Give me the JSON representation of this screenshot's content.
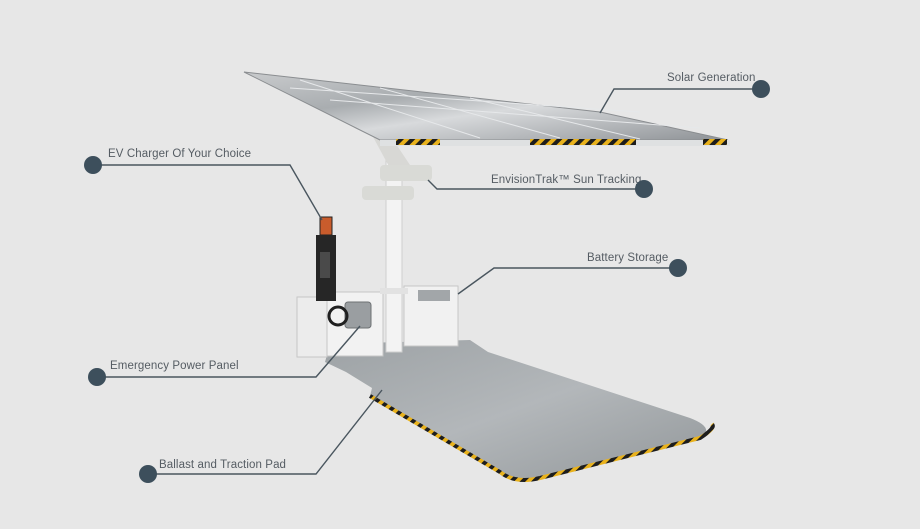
{
  "diagram": {
    "subject": "Solar EV charging station",
    "colors": {
      "background": "#e7e7e7",
      "callout_dot": "#3d4f5c",
      "callout_line": "#4a565f",
      "label_text": "#555c63",
      "hazard_yellow": "#e9b21c",
      "hazard_black": "#1d1d1d"
    },
    "callouts": [
      {
        "id": "solar",
        "label": "Solar Generation",
        "dot_side": "right"
      },
      {
        "id": "ev",
        "label": "EV Charger Of Your Choice",
        "dot_side": "left"
      },
      {
        "id": "tracking",
        "label": "EnvisionTrak™ Sun Tracking",
        "dot_side": "right"
      },
      {
        "id": "battery",
        "label": "Battery Storage",
        "dot_side": "right"
      },
      {
        "id": "emergency",
        "label": "Emergency Power Panel",
        "dot_side": "left"
      },
      {
        "id": "ballast",
        "label": "Ballast and Traction Pad",
        "dot_side": "left"
      }
    ]
  }
}
